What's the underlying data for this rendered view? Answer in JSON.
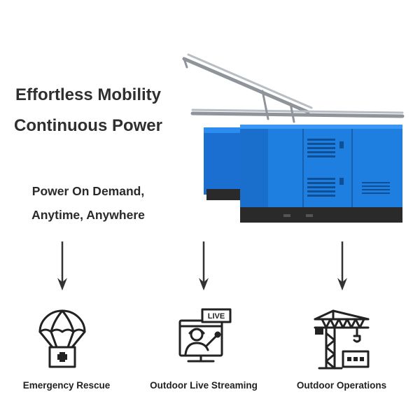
{
  "headline": {
    "line1": "Effortless Mobility",
    "line2": "Continuous Power"
  },
  "tagline": {
    "line1": "Power On Demand,",
    "line2": "Anytime, Anywhere"
  },
  "use_cases": [
    {
      "label": "Emergency Rescue",
      "icon": "parachute-medical-icon"
    },
    {
      "label": "Outdoor Live Streaming",
      "icon": "live-streaming-icon",
      "badge": "LIVE"
    },
    {
      "label": "Outdoor Operations",
      "icon": "construction-crane-icon"
    }
  ],
  "colors": {
    "generator_blue": "#1f7fe0",
    "generator_base": "#2a2a2a",
    "text": "#2f2f2f"
  }
}
